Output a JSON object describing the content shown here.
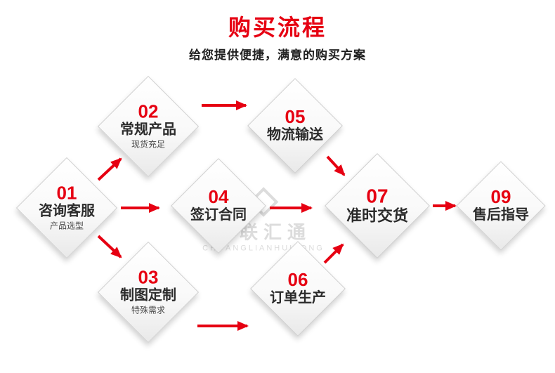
{
  "header": {
    "title": "购买流程",
    "subtitle": "给您提供便捷，满意的购买方案"
  },
  "watermark": {
    "cn": "创联汇通",
    "en": "CHUANGLIANHUITONG"
  },
  "nodes": [
    {
      "num": "01",
      "label": "咨询客服",
      "sub": "产品选型"
    },
    {
      "num": "02",
      "label": "常规产品",
      "sub": "现货充足"
    },
    {
      "num": "03",
      "label": "制图定制",
      "sub": "特殊需求"
    },
    {
      "num": "04",
      "label": "签订合同",
      "sub": ""
    },
    {
      "num": "05",
      "label": "物流输送",
      "sub": ""
    },
    {
      "num": "06",
      "label": "订单生产",
      "sub": ""
    },
    {
      "num": "07",
      "label": "准时交货",
      "sub": ""
    },
    {
      "num": "09",
      "label": "售后指导",
      "sub": ""
    }
  ],
  "edges": [
    {
      "from": "01",
      "to": "02"
    },
    {
      "from": "01",
      "to": "04"
    },
    {
      "from": "01",
      "to": "03"
    },
    {
      "from": "02",
      "to": "05"
    },
    {
      "from": "03",
      "to": "06"
    },
    {
      "from": "04",
      "to": "07"
    },
    {
      "from": "05",
      "to": "07"
    },
    {
      "from": "06",
      "to": "07"
    },
    {
      "from": "07",
      "to": "09"
    }
  ],
  "colors": {
    "accent": "#e60012",
    "text": "#2b2b2b",
    "watermark": "#dcdcdc"
  }
}
